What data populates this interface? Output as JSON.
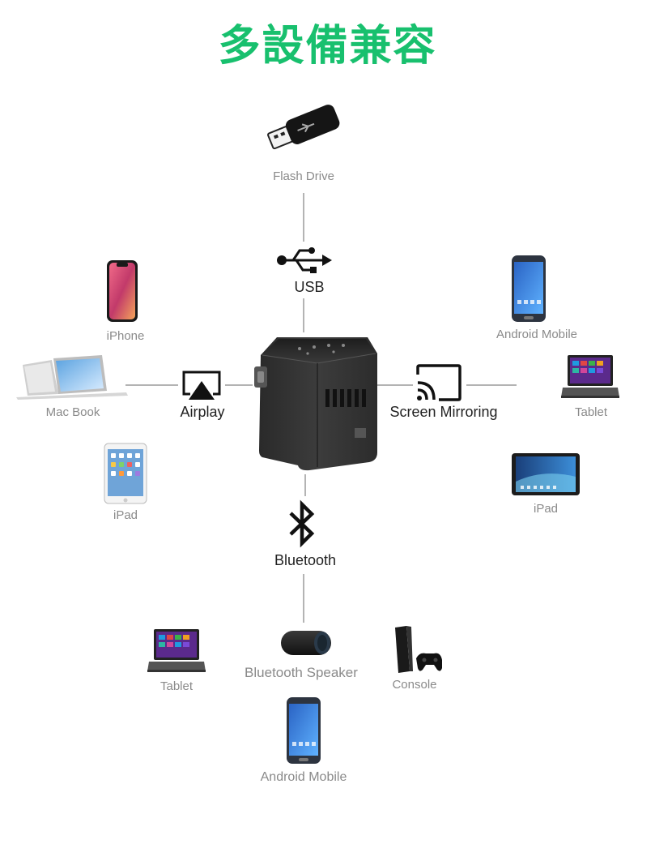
{
  "title": "多設備兼容",
  "center": {
    "name": "projector"
  },
  "protocols": {
    "usb": {
      "label": "USB",
      "icon": "usb-icon"
    },
    "airplay": {
      "label": "Airplay",
      "icon": "airplay-icon"
    },
    "mirroring": {
      "label": "Screen Mirroring",
      "icon": "cast-icon"
    },
    "bluetooth": {
      "label": "Bluetooth",
      "icon": "bluetooth-icon"
    }
  },
  "devices": {
    "flash_drive": "Flash Drive",
    "iphone": "iPhone",
    "macbook": "Mac Book",
    "ipad_left": "iPad",
    "android_top": "Android Mobile",
    "tablet_right": "Tablet",
    "ipad_right": "iPad",
    "tablet_bottom": "Tablet",
    "speaker": "Bluetooth Speaker",
    "console": "Console",
    "android_bottom": "Android Mobile"
  },
  "colors": {
    "title": "#18c06e",
    "lines": "#9a9a9a",
    "label": "#8a8a8a"
  }
}
